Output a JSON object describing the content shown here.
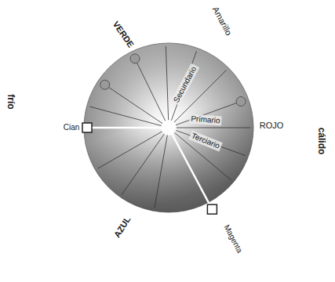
{
  "diagram": {
    "labels": [
      "VERDE",
      "Amarillo",
      "frío",
      "Cian",
      "Secundario",
      "Primario",
      "Terciario",
      "ROJO",
      "cálido",
      "AZUL",
      "Magenta"
    ]
  }
}
